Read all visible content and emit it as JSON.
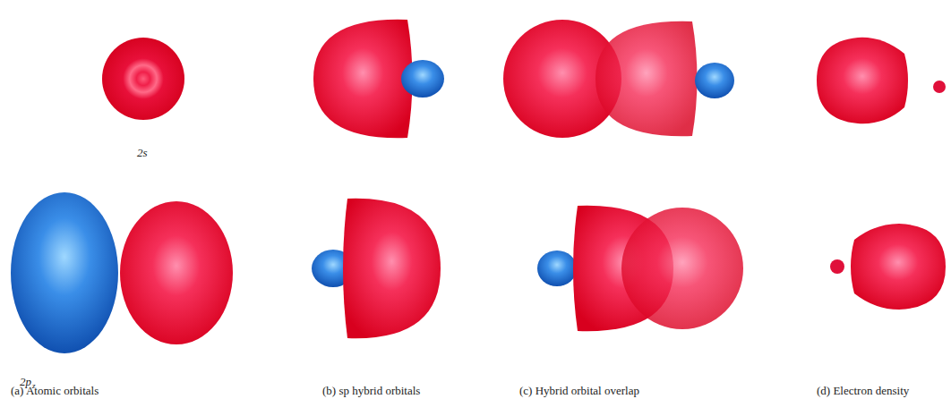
{
  "diagram": {
    "labels": [
      "2s",
      "2p",
      "z",
      "(a) Atomic orbitals",
      "(b) sp hybrid orbitals",
      "(c) Hybrid orbital overlap",
      "(d) Electron density"
    ]
  }
}
